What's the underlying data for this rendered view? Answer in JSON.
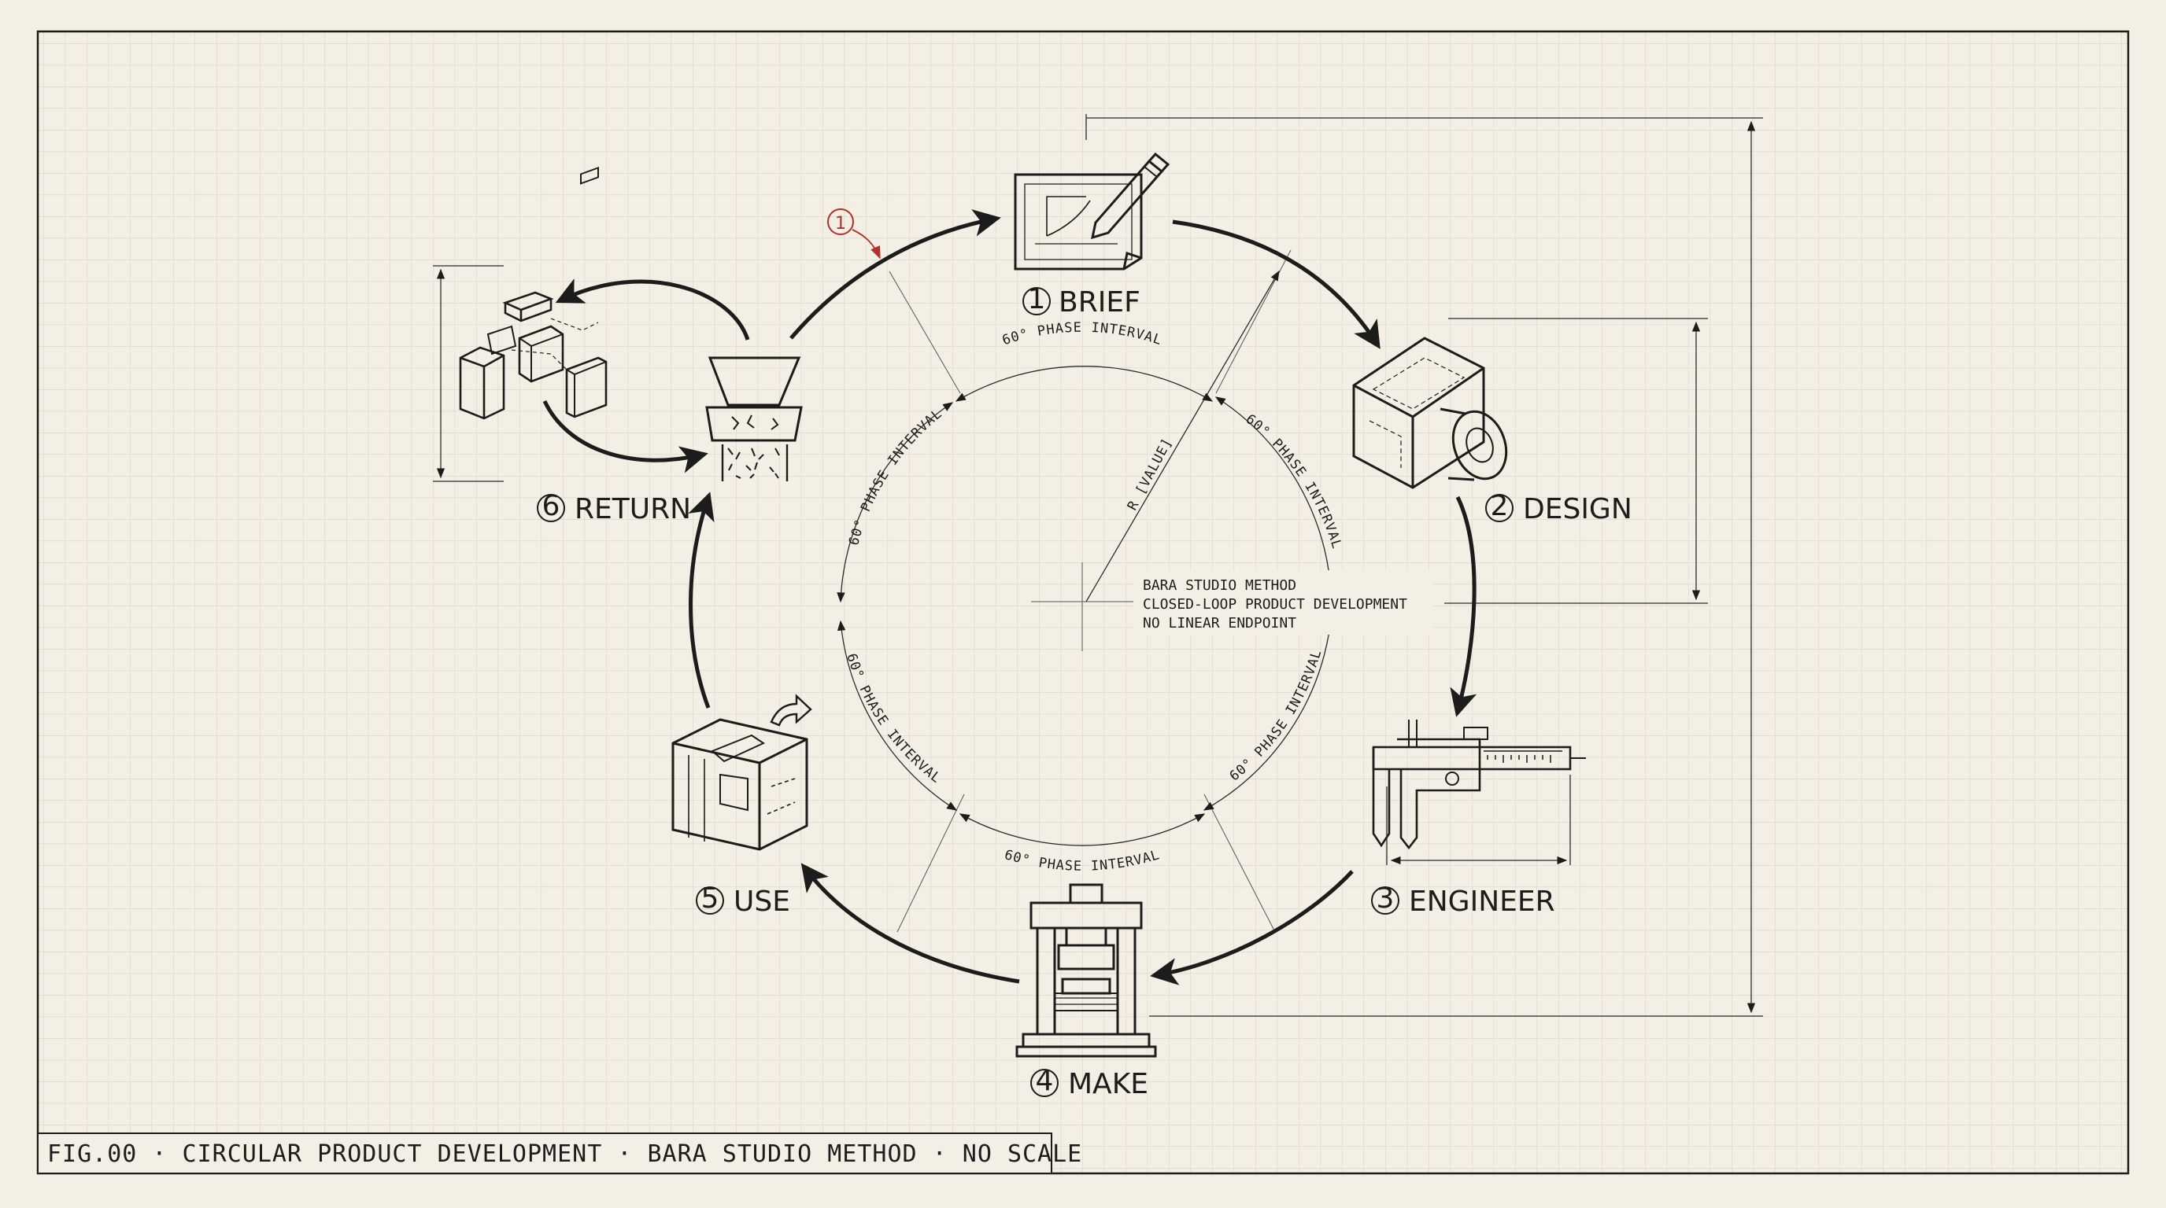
{
  "phases": [
    {
      "num": "1",
      "name": "BRIEF",
      "icon": "drafting-sheet-pencil-icon"
    },
    {
      "num": "2",
      "name": "DESIGN",
      "icon": "isometric-cube-icon"
    },
    {
      "num": "3",
      "name": "ENGINEER",
      "icon": "caliper-icon"
    },
    {
      "num": "4",
      "name": "MAKE",
      "icon": "hydraulic-press-icon"
    },
    {
      "num": "5",
      "name": "USE",
      "icon": "product-in-use-icon"
    },
    {
      "num": "6",
      "name": "RETURN",
      "icon": "shredder-hopper-icon"
    }
  ],
  "interval_label": "60° PHASE INTERVAL",
  "radius_label": "R [VALUE]",
  "callout_marker": "1",
  "center_note": [
    "BARA STUDIO METHOD",
    "CLOSED-LOOP PRODUCT DEVELOPMENT",
    "NO LINEAR ENDPOINT"
  ],
  "caption": "FIG.00 · CIRCULAR PRODUCT DEVELOPMENT · BARA STUDIO METHOD · NO SCALE",
  "colors": {
    "ink": "#1c1c1c",
    "paper": "#f3efe4",
    "grid": "#d9d4c6",
    "callout": "#b0302a"
  }
}
